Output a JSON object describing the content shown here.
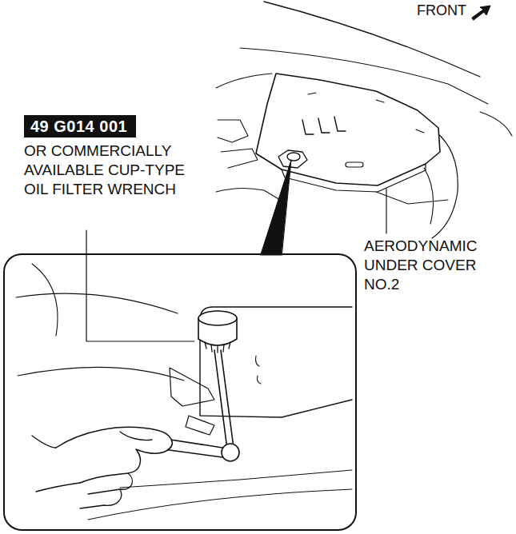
{
  "diagram": {
    "nodes": [
      {
        "text": [
          "49 G014 001"
        ]
      }
    ],
    "labels": [
      "FRONT",
      "OR COMMERCIALLY AVAILABLE CUP-TYPE OIL FILTER WRENCH",
      "AERODYNAMIC UNDER COVER NO.2"
    ]
  }
}
